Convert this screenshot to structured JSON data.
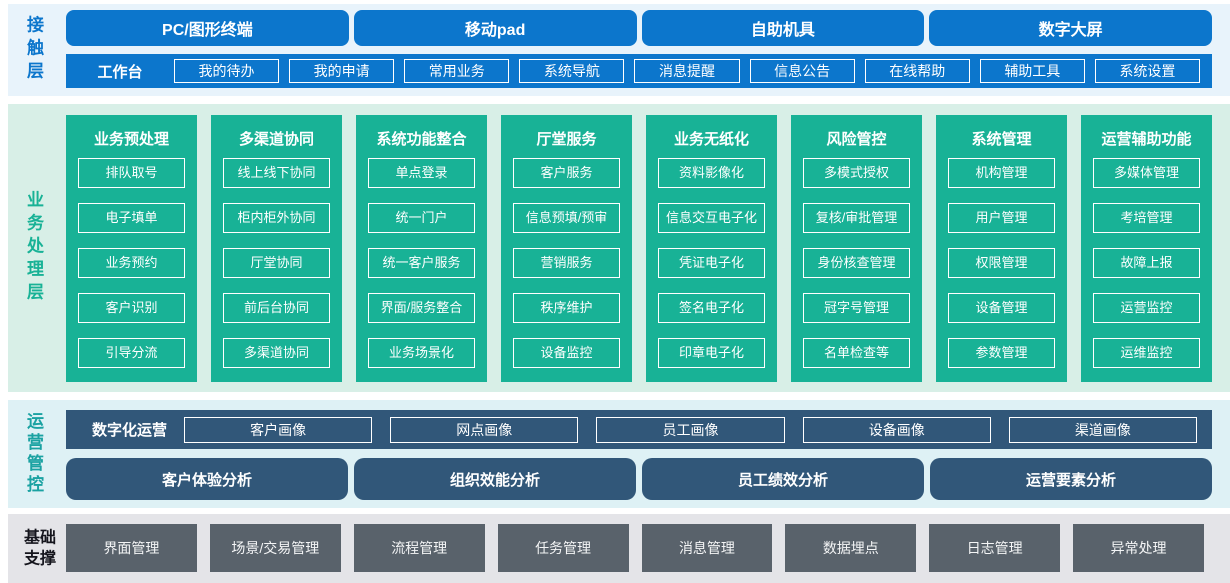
{
  "layers": {
    "contact": {
      "label": "接触层",
      "channels": [
        "PC/图形终端",
        "移动pad",
        "自助机具",
        "数字大屏"
      ],
      "workbench": {
        "label": "工作台",
        "items": [
          "我的待办",
          "我的申请",
          "常用业务",
          "系统导航",
          "消息提醒",
          "信息公告",
          "在线帮助",
          "辅助工具",
          "系统设置"
        ]
      }
    },
    "business": {
      "label": "业务处理层",
      "columns": [
        {
          "title": "业务预处理",
          "items": [
            "排队取号",
            "电子填单",
            "业务预约",
            "客户识别",
            "引导分流"
          ]
        },
        {
          "title": "多渠道协同",
          "items": [
            "线上线下协同",
            "柜内柜外协同",
            "厅堂协同",
            "前后台协同",
            "多渠道协同"
          ]
        },
        {
          "title": "系统功能整合",
          "items": [
            "单点登录",
            "统一门户",
            "统一客户服务",
            "界面/服务整合",
            "业务场景化"
          ]
        },
        {
          "title": "厅堂服务",
          "items": [
            "客户服务",
            "信息预填/预审",
            "营销服务",
            "秩序维护",
            "设备监控"
          ]
        },
        {
          "title": "业务无纸化",
          "items": [
            "资料影像化",
            "信息交互电子化",
            "凭证电子化",
            "签名电子化",
            "印章电子化"
          ]
        },
        {
          "title": "风险管控",
          "items": [
            "多模式授权",
            "复核/审批管理",
            "身份核查管理",
            "冠字号管理",
            "名单检查等"
          ]
        },
        {
          "title": "系统管理",
          "items": [
            "机构管理",
            "用户管理",
            "权限管理",
            "设备管理",
            "参数管理"
          ]
        },
        {
          "title": "运营辅助功能",
          "items": [
            "多媒体管理",
            "考培管理",
            "故障上报",
            "运营监控",
            "运维监控"
          ]
        }
      ]
    },
    "operation": {
      "label": "运营管控",
      "digital": {
        "label": "数字化运营",
        "items": [
          "客户画像",
          "网点画像",
          "员工画像",
          "设备画像",
          "渠道画像"
        ]
      },
      "analysis": [
        "客户体验分析",
        "组织效能分析",
        "员工绩效分析",
        "运营要素分析"
      ]
    },
    "foundation": {
      "label": "基础支撑",
      "items": [
        "界面管理",
        "场景/交易管理",
        "流程管理",
        "任务管理",
        "消息管理",
        "数据埋点",
        "日志管理",
        "异常处理"
      ]
    }
  },
  "colors": {
    "blue": "#0c76cc",
    "light_blue_bg": "#e8f3fb",
    "green": "#18b296",
    "light_green_bg": "#d8efe7",
    "slate_blue": "#315779",
    "light_cyan_bg": "#def1f5",
    "slate_gray": "#59626b",
    "light_gray_bg": "#e4e4e8",
    "teal_label": "#1aa2a2",
    "dark_text": "#15151d",
    "box_border": "#ffffff"
  }
}
